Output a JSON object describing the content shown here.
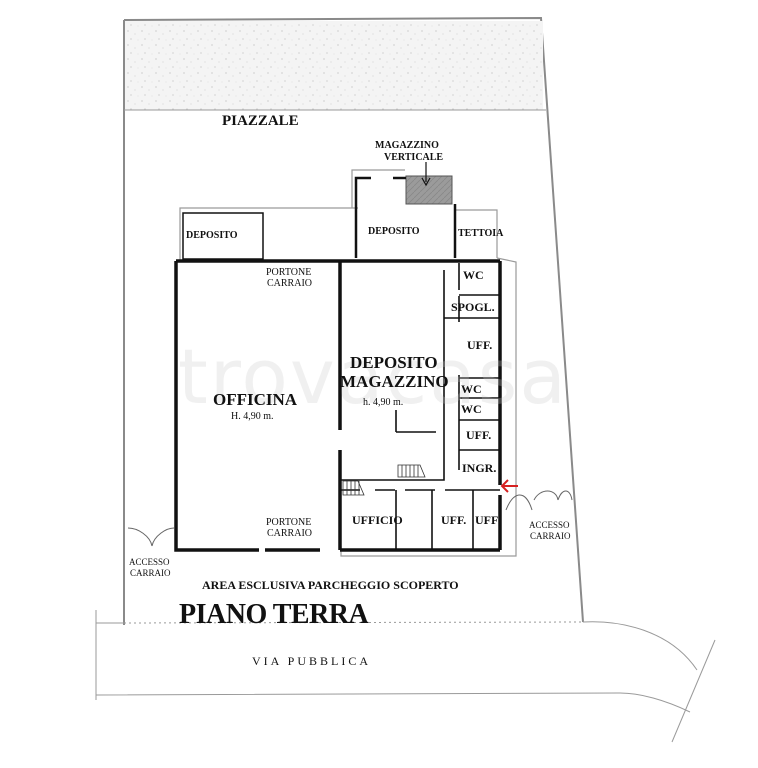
{
  "plan": {
    "title": "PIANO TERRA",
    "street": "VIA PUBBLICA",
    "yard": "PIAZZALE",
    "parking": "AREA ESCLUSIVA PARCHEGGIO SCOPERTO",
    "watermark": "trovacasa",
    "colors": {
      "wall": "#111111",
      "boundary": "#8a8a8a",
      "thin_line": "#9a9a9a",
      "hatch": "#f1f1f1",
      "storage_fill": "#9b9b9b",
      "entrance_arrow": "#d62020"
    }
  },
  "rooms": {
    "deposito_left": "DEPOSITO",
    "deposito_top": "DEPOSITO",
    "magazzino_verticale_1": "MAGAZZINO",
    "magazzino_verticale_2": "VERTICALE",
    "tettoia": "TETTOIA",
    "officina": "OFFICINA",
    "officina_height": "H. 4,90 m.",
    "deposito_magazzino_1": "DEPOSITO",
    "deposito_magazzino_2": "MAGAZZINO",
    "deposito_magazzino_height": "h. 4,90 m.",
    "wc_1": "WC",
    "spogl": "SPOGL.",
    "ufe_1": "UFF.",
    "wc_2": "WC",
    "wc_3": "WC",
    "ufe_2": "UFF.",
    "ingr": "INGR.",
    "ufficio": "UFFICIO",
    "ufe_3": "UFF.",
    "uff_4": "UFF"
  },
  "openings": {
    "portone_top_1": "PORTONE",
    "portone_top_2": "CARRAIO",
    "portone_bottom_1": "PORTONE",
    "portone_bottom_2": "CARRAIO",
    "accesso_left_1": "ACCESSO",
    "accesso_left_2": "CARRAIO",
    "accesso_right_1": "ACCESSO",
    "accesso_right_2": "CARRAIO"
  }
}
